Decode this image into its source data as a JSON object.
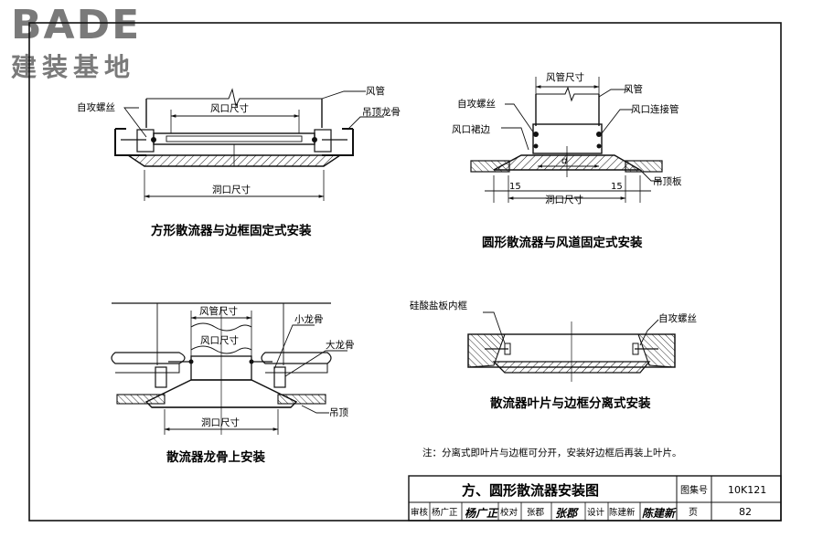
{
  "logo": {
    "brand": "BADE",
    "subtitle": "建装基地"
  },
  "fig1": {
    "caption": "方形散流器与边框固定式安装",
    "labels": {
      "duct": "风管",
      "screw": "自攻螺丝",
      "ceiling_keel": "吊顶龙骨",
      "outlet_size": "风口尺寸",
      "hole_size": "洞口尺寸"
    }
  },
  "fig2": {
    "caption": "圆形散流器与风道固定式安装",
    "labels": {
      "duct_size": "风管尺寸",
      "duct": "风管",
      "screw": "自攻螺丝",
      "connector": "风口连接管",
      "flange": "风口裙边",
      "d": "d",
      "ceiling_board": "吊顶板",
      "dim_left": "15",
      "dim_right": "15",
      "hole_size": "洞口尺寸"
    }
  },
  "fig3": {
    "caption": "散流器龙骨上安装",
    "labels": {
      "duct_size": "风管尺寸",
      "outlet_size": "风口尺寸",
      "small_keel": "小龙骨",
      "big_keel": "大龙骨",
      "ceiling": "吊顶",
      "hole_size": "洞口尺寸"
    }
  },
  "fig4": {
    "caption": "散流器叶片与边框分离式安装",
    "labels": {
      "inner_frame": "硅酸盐板内框",
      "screw": "自攻螺丝"
    }
  },
  "note": "注：分离式即叶片与边框可分开，安装好边框后再装上叶片。",
  "title_block": {
    "title": "方、圆形散流器安装图",
    "atlas_label": "图集号",
    "atlas_no": "10K121",
    "page_label": "页",
    "page_no": "82",
    "review_label": "审核",
    "reviewer": "杨广正",
    "reviewer_sign": "杨广正",
    "check_label": "校对",
    "checker": "张郡",
    "checker_sign": "张郡",
    "design_label": "设计",
    "designer": "陈建新",
    "designer_sign": "陈建新"
  }
}
